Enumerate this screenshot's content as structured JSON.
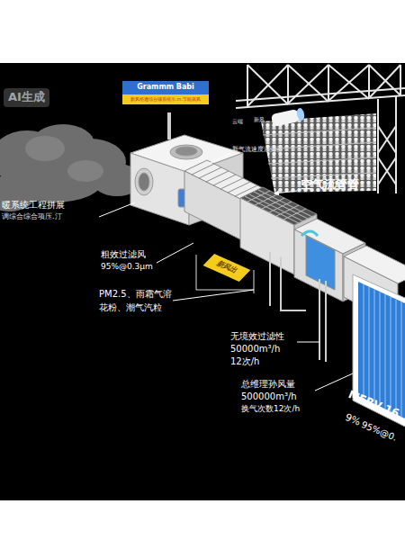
{
  "diagram": {
    "nodes": [
      {
        "text": [
          "Grammm Babi",
          "新风组通综合铺系统示.m.节能器风"
        ]
      },
      {
        "text": [
          "新风出"
        ]
      }
    ],
    "labels": [
      "AI生成",
      "云端",
      "新风",
      "新气流速度过滤器",
      "空气流管管",
      "暖系统工程拼展",
      "调综合综合项压.汀",
      "粗效过滤风",
      "95%@0.3μm",
      "PM2.5、雨霜气溶",
      "花粉、潮气汽粒",
      "无境效过滤性",
      "50000m³/h",
      "12次/h",
      "总维理孙风量",
      "500000m³/h",
      "换气次数12次/h",
      "MERV 16",
      "9%",
      "95%@0."
    ]
  }
}
